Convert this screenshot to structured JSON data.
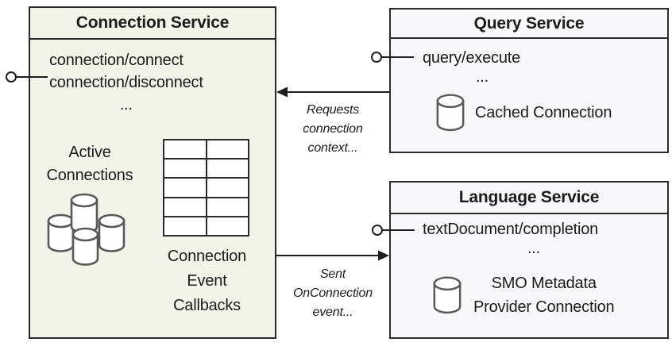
{
  "diagram": {
    "connection_service": {
      "title": "Connection Service",
      "methods": [
        "connection/connect",
        "connection/disconnect",
        "..."
      ],
      "active_connections_label": "Active\nConnections",
      "callbacks_label": "Connection\nEvent\nCallbacks",
      "callback_table": {
        "rows": 5,
        "cols": 2
      }
    },
    "query_service": {
      "title": "Query Service",
      "methods": [
        "query/execute",
        "..."
      ],
      "cached_connection_label": "Cached Connection"
    },
    "language_service": {
      "title": "Language Service",
      "methods": [
        "textDocument/completion",
        "..."
      ],
      "smo_connection_label": "SMO Metadata\nProvider Connection"
    },
    "annotations": {
      "requests_label": "Requests\nconnection\ncontext...",
      "sent_label": "Sent\nOnConnection\nevent..."
    },
    "colors": {
      "connection_fill": "#f2f4ea",
      "service_fill": "#f8f8fa",
      "border": "#2b2b2b",
      "cylinder_stroke": "#595959",
      "text": "#1c1c1c"
    }
  }
}
